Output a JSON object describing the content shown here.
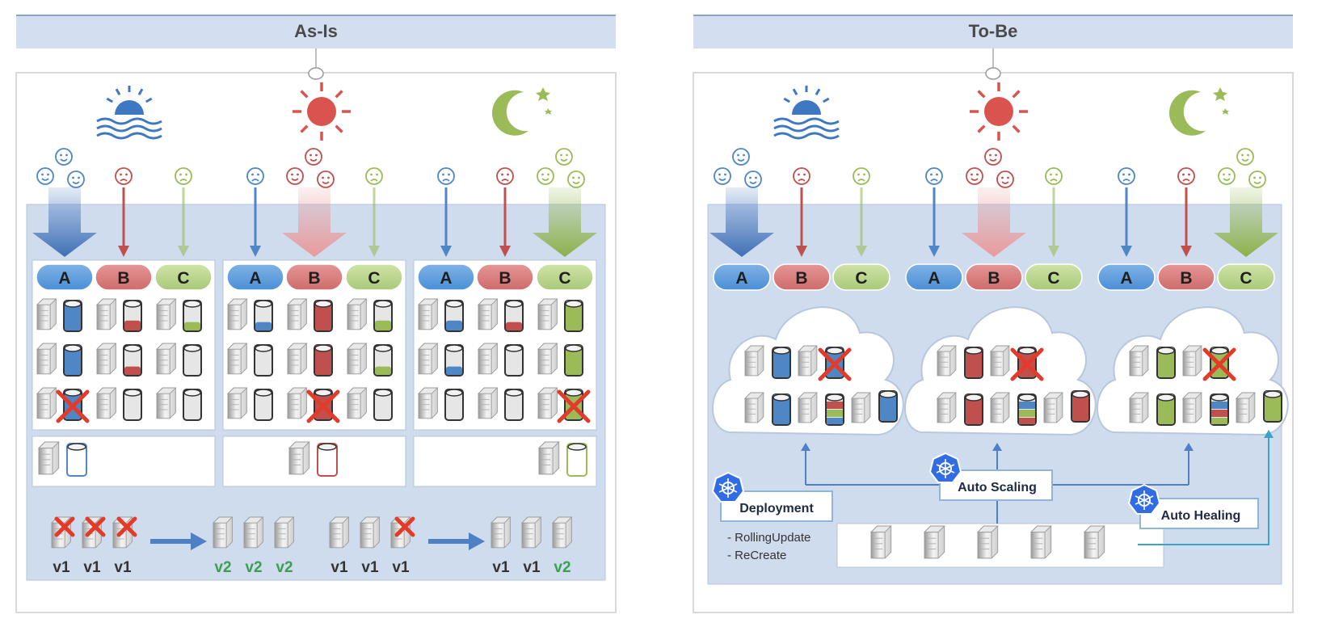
{
  "panels": {
    "as_is": {
      "title": "As-Is"
    },
    "to_be": {
      "title": "To-Be"
    }
  },
  "services": [
    "A",
    "B",
    "C"
  ],
  "times_of_day": [
    "sunrise-icon",
    "sun-icon",
    "moon-icon"
  ],
  "colors": {
    "A": "#4f86c6",
    "B": "#c0504d",
    "C": "#9bbb59",
    "header_bg": "#d0ddef",
    "panel_bg": "#cfdcee",
    "k8s_badge": "#326ce5"
  },
  "as_is": {
    "rows": [
      {
        "A": "full",
        "B": "half",
        "C": "low"
      },
      {
        "A": "full",
        "B": "low",
        "C": "empty"
      },
      {
        "A": "failed",
        "B": "empty",
        "C": "empty"
      }
    ],
    "rollout_left": {
      "before": [
        "v1",
        "v1",
        "v1"
      ],
      "after": [
        "v2",
        "v2",
        "v2"
      ]
    },
    "rollout_right": {
      "before": [
        "v1",
        "v1",
        "v1"
      ],
      "after": [
        "v1",
        "v1",
        "v2"
      ]
    }
  },
  "to_be": {
    "deployment": {
      "label": "Deployment",
      "strategies": [
        "- RollingUpdate",
        "- ReCreate"
      ]
    },
    "auto_scaling": {
      "label": "Auto Scaling"
    },
    "auto_healing": {
      "label": "Auto Healing"
    }
  }
}
